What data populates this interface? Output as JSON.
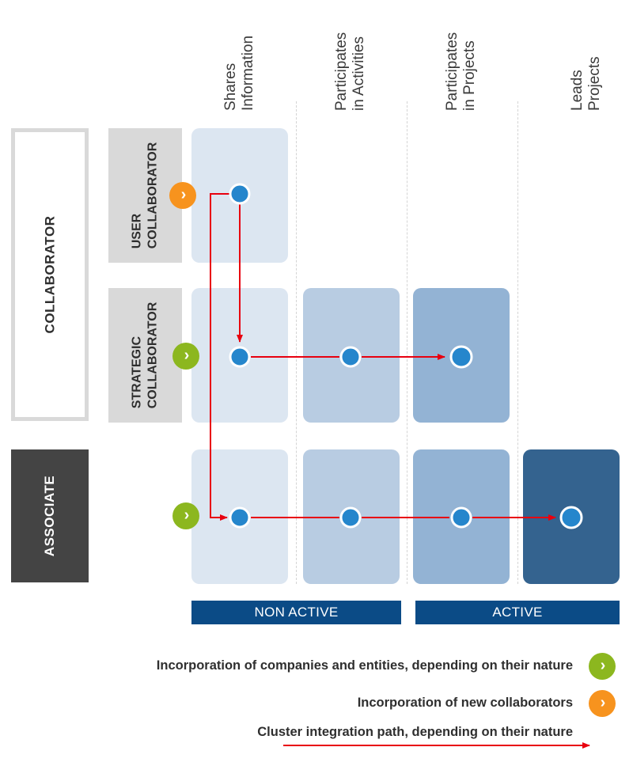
{
  "columns": [
    {
      "line1": "Shares",
      "line2": "Information"
    },
    {
      "line1": "Participates",
      "line2": "in Activities"
    },
    {
      "line1": "Participates",
      "line2": "in Projects"
    },
    {
      "line1": "Leads",
      "line2": "Projects"
    }
  ],
  "groups": {
    "collaborator": "COLLABORATOR",
    "associate": "ASSOCIATE"
  },
  "rows": {
    "user": {
      "line1": "USER",
      "line2": "COLLABORATOR"
    },
    "strategic": {
      "line1": "STRATEGIC",
      "line2": "COLLABORATOR"
    }
  },
  "status_bars": {
    "non_active": "NON ACTIVE",
    "active": "ACTIVE"
  },
  "legend": {
    "companies": "Incorporation of companies and entities, depending on their nature",
    "collaborators": "Incorporation of new collaborators",
    "path": "Cluster integration path, depending on their nature"
  },
  "colors": {
    "shares": "#dce6f1",
    "activities": "#b8cce2",
    "projects": "#93b3d4",
    "leads": "#34638f",
    "node": "#2586cc",
    "path": "#e8000f",
    "orange": "#f7931e",
    "green": "#8cb71f",
    "associate_bg": "#444444",
    "bar": "#0b4b86"
  },
  "icons": {
    "marker": "chevron-right-icon"
  }
}
